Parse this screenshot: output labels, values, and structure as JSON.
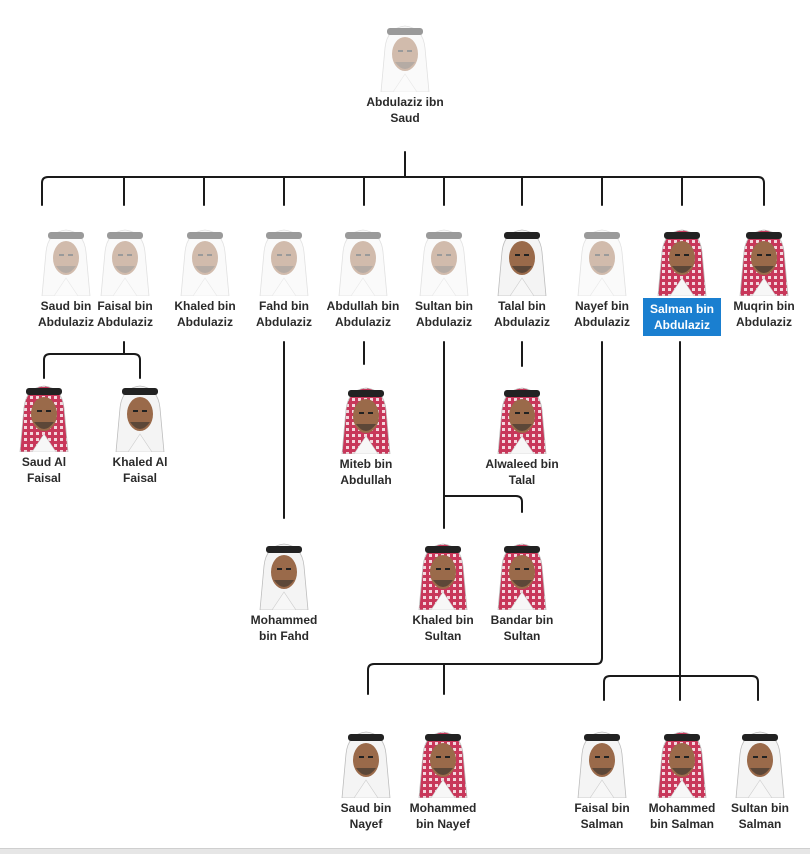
{
  "people": {
    "abdulaziz": {
      "name": "Abdulaziz ibn\nSaud",
      "faded": true
    },
    "saud": {
      "name": "Saud bin\nAbdulaziz",
      "faded": true
    },
    "faisal": {
      "name": "Faisal bin\nAbdulaziz",
      "faded": true
    },
    "khaled": {
      "name": "Khaled bin\nAbdulaziz",
      "faded": true
    },
    "fahd": {
      "name": "Fahd bin\nAbdulaziz",
      "faded": true
    },
    "abdullah": {
      "name": "Abdullah bin\nAbdulaziz",
      "faded": true
    },
    "sultan": {
      "name": "Sultan bin\nAbdulaziz",
      "faded": true
    },
    "talal": {
      "name": "Talal bin\nAbdulaziz",
      "faded": false
    },
    "nayef": {
      "name": "Nayef bin\nAbdulaziz",
      "faded": true
    },
    "salman": {
      "name": "Salman bin\nAbdulaziz",
      "faded": false,
      "selected": true
    },
    "muqrin": {
      "name": "Muqrin bin\nAbdulaziz",
      "faded": false
    },
    "saud_al_faisal": {
      "name": "Saud Al\nFaisal",
      "faded": false
    },
    "khaled_al_faisal": {
      "name": "Khaled Al\nFaisal",
      "faded": false
    },
    "miteb": {
      "name": "Miteb bin\nAbdullah",
      "faded": false
    },
    "alwaleed": {
      "name": "Alwaleed bin\nTalal",
      "faded": false
    },
    "mohammed_fahd": {
      "name": "Mohammed\nbin Fahd",
      "faded": false
    },
    "khaled_sultan": {
      "name": "Khaled bin\nSultan",
      "faded": false
    },
    "bandar": {
      "name": "Bandar bin\nSultan",
      "faded": false
    },
    "saud_nayef": {
      "name": "Saud bin\nNayef",
      "faded": false
    },
    "mohammed_nayef": {
      "name": "Mohammed\nbin Nayef",
      "faded": false
    },
    "faisal_salman": {
      "name": "Faisal bin\nSalman",
      "faded": false
    },
    "mohammed_salman": {
      "name": "Mohammed\nbin Salman",
      "faded": false
    },
    "sultan_salman": {
      "name": "Sultan bin\nSalman",
      "faded": false
    }
  },
  "colors": {
    "line": "#1a1a1a",
    "selected": "#1a7fd0",
    "headdress_red": "#c8375a",
    "headdress_white": "#f4f4f4",
    "skin": "#9a6a4a"
  }
}
